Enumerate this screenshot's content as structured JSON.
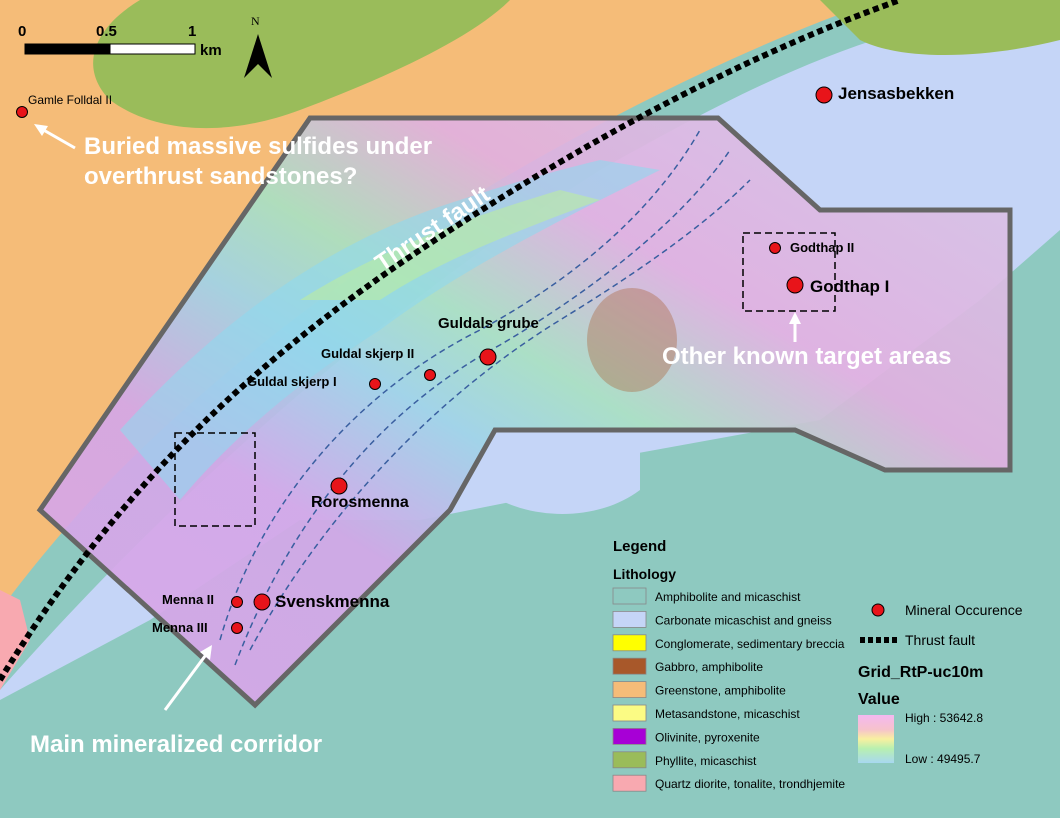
{
  "scale_bar": {
    "ticks": [
      "0",
      "0.5",
      "1"
    ],
    "unit": "km"
  },
  "north_arrow": {
    "label": "N"
  },
  "occurrences": [
    {
      "name": "Gamle Folldal II",
      "size": "small"
    },
    {
      "name": "Jensasbekken",
      "size": "large"
    },
    {
      "name": "Godthap II",
      "size": "small"
    },
    {
      "name": "Godthap I",
      "size": "large"
    },
    {
      "name": "Guldals grube",
      "size": "large"
    },
    {
      "name": "Guldal skjerp II",
      "size": "small"
    },
    {
      "name": "Guldal skjerp I",
      "size": "small"
    },
    {
      "name": "Rorosmenna",
      "size": "large"
    },
    {
      "name": "Menna II",
      "size": "small"
    },
    {
      "name": "Svenskmenna",
      "size": "large"
    },
    {
      "name": "Menna III",
      "size": "small"
    }
  ],
  "annotations": {
    "buried_line1": "Buried massive sulfides under",
    "buried_line2": "overthrust sandstones?",
    "thrust_fault": "Thrust fault",
    "other_targets": "Other known target areas",
    "main_corridor": "Main mineralized corridor"
  },
  "legend": {
    "title": "Legend",
    "lithology_title": "Lithology",
    "lithology": [
      {
        "label": "Amphibolite and micaschist",
        "color": "#8ec9c0"
      },
      {
        "label": "Carbonate micaschist and gneiss",
        "color": "#c5d5f7"
      },
      {
        "label": "Conglomerate, sedimentary breccia",
        "color": "#ffff00"
      },
      {
        "label": "Gabbro, amphibolite",
        "color": "#a8582a"
      },
      {
        "label": "Greenstone, amphibolite",
        "color": "#f5bc78"
      },
      {
        "label": "Metasandstone, micaschist",
        "color": "#fbfb84"
      },
      {
        "label": "Olivinite, pyroxenite",
        "color": "#a700d6"
      },
      {
        "label": "Phyllite, micaschist",
        "color": "#9abc5a"
      },
      {
        "label": "Quartz diorite, tonalite, trondhjemite",
        "color": "#f8a9b0"
      }
    ],
    "mineral_occurrence": "Mineral Occurence",
    "thrust_fault": "Thrust fault",
    "grid_title": "Grid_RtP-uc10m",
    "value_title": "Value",
    "high": "High : 53642.8",
    "low": "Low : 49495.7"
  }
}
